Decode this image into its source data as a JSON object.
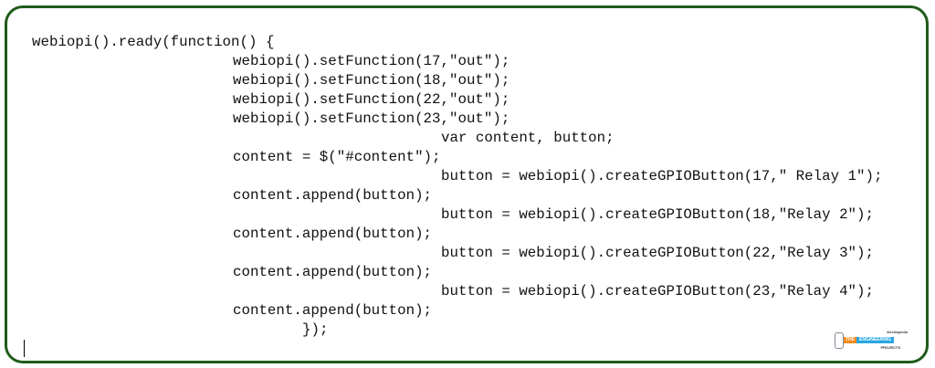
{
  "code_lines": [
    "webiopi().ready(function() {",
    "webiopi().setFunction(17,\"out\");",
    "webiopi().setFunction(18,\"out\");",
    "webiopi().setFunction(22,\"out\");",
    "webiopi().setFunction(23,\"out\");",
    "var content, button;",
    "content = $(\"#content\");",
    "button = webiopi().createGPIOButton(17,\" Relay 1\");",
    "content.append(button);",
    "button = webiopi().createGPIOButton(18,\"Relay 2\");",
    "content.append(button);",
    "button = webiopi().createGPIOButton(22,\"Relay 3\");",
    "content.append(button);",
    "button = webiopi().createGPIOButton(23,\"Relay 4\");",
    "content.append(button);",
    "});"
  ],
  "logo": {
    "tagline": "#techapedia",
    "the": "THE",
    "engineering": "ENGINEERING",
    "projects": "PROJECTS"
  },
  "colors": {
    "border": "#1f5c1a"
  }
}
